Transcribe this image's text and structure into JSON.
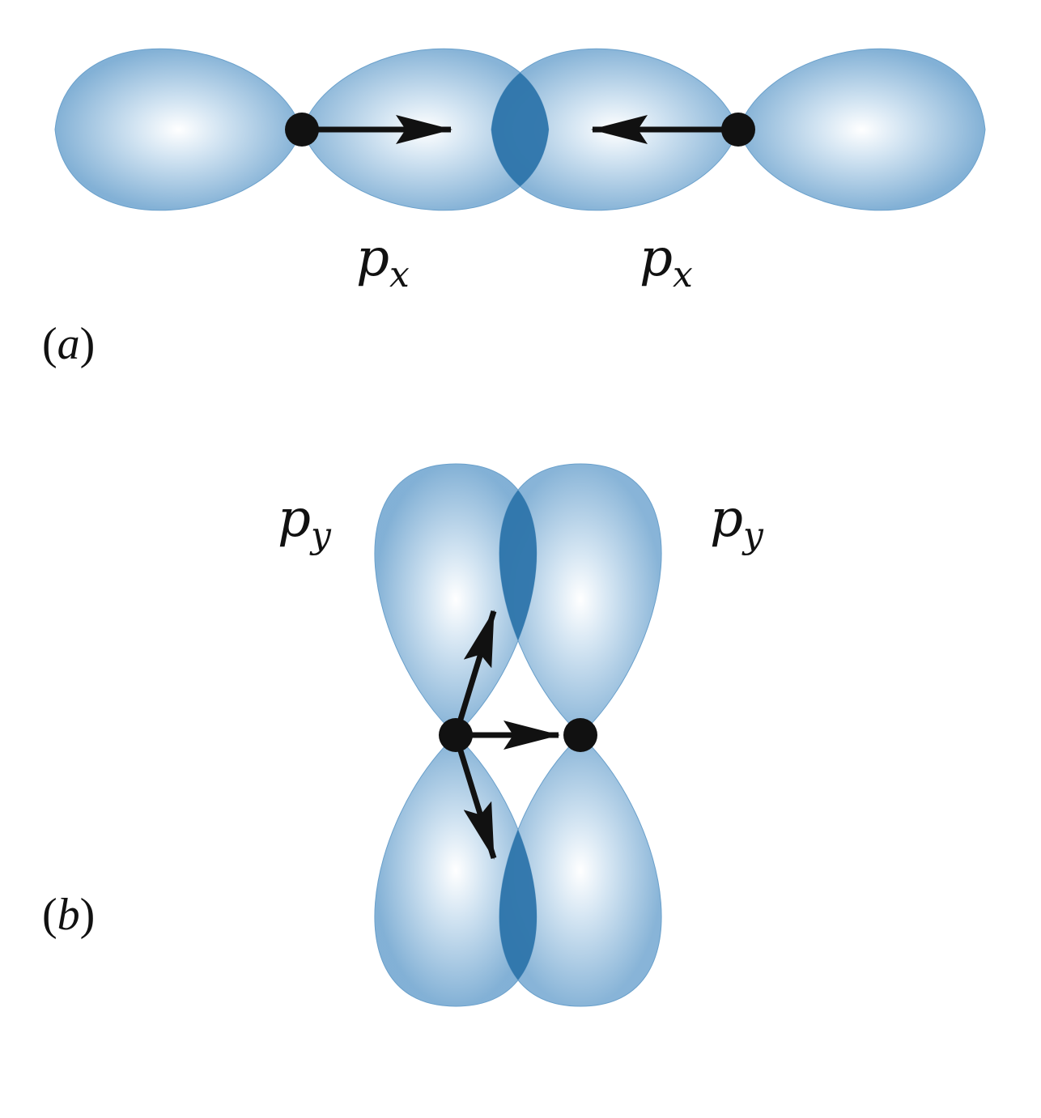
{
  "colors": {
    "lobe_center": "#ffffff",
    "lobe_edge": "#78aad2",
    "overlap": "#2e75ab",
    "arrow": "#111111",
    "nucleus": "#111111",
    "background": "#ffffff"
  },
  "panel_a": {
    "label_open": "(",
    "label_letter": "a",
    "label_close": ")",
    "orbital_left": {
      "symbol": "p",
      "subscript": "x"
    },
    "orbital_right": {
      "symbol": "p",
      "subscript": "x"
    }
  },
  "panel_b": {
    "label_open": "(",
    "label_letter": "b",
    "label_close": ")",
    "orbital_left": {
      "symbol": "p",
      "subscript": "y"
    },
    "orbital_right": {
      "symbol": "p",
      "subscript": "y"
    }
  }
}
